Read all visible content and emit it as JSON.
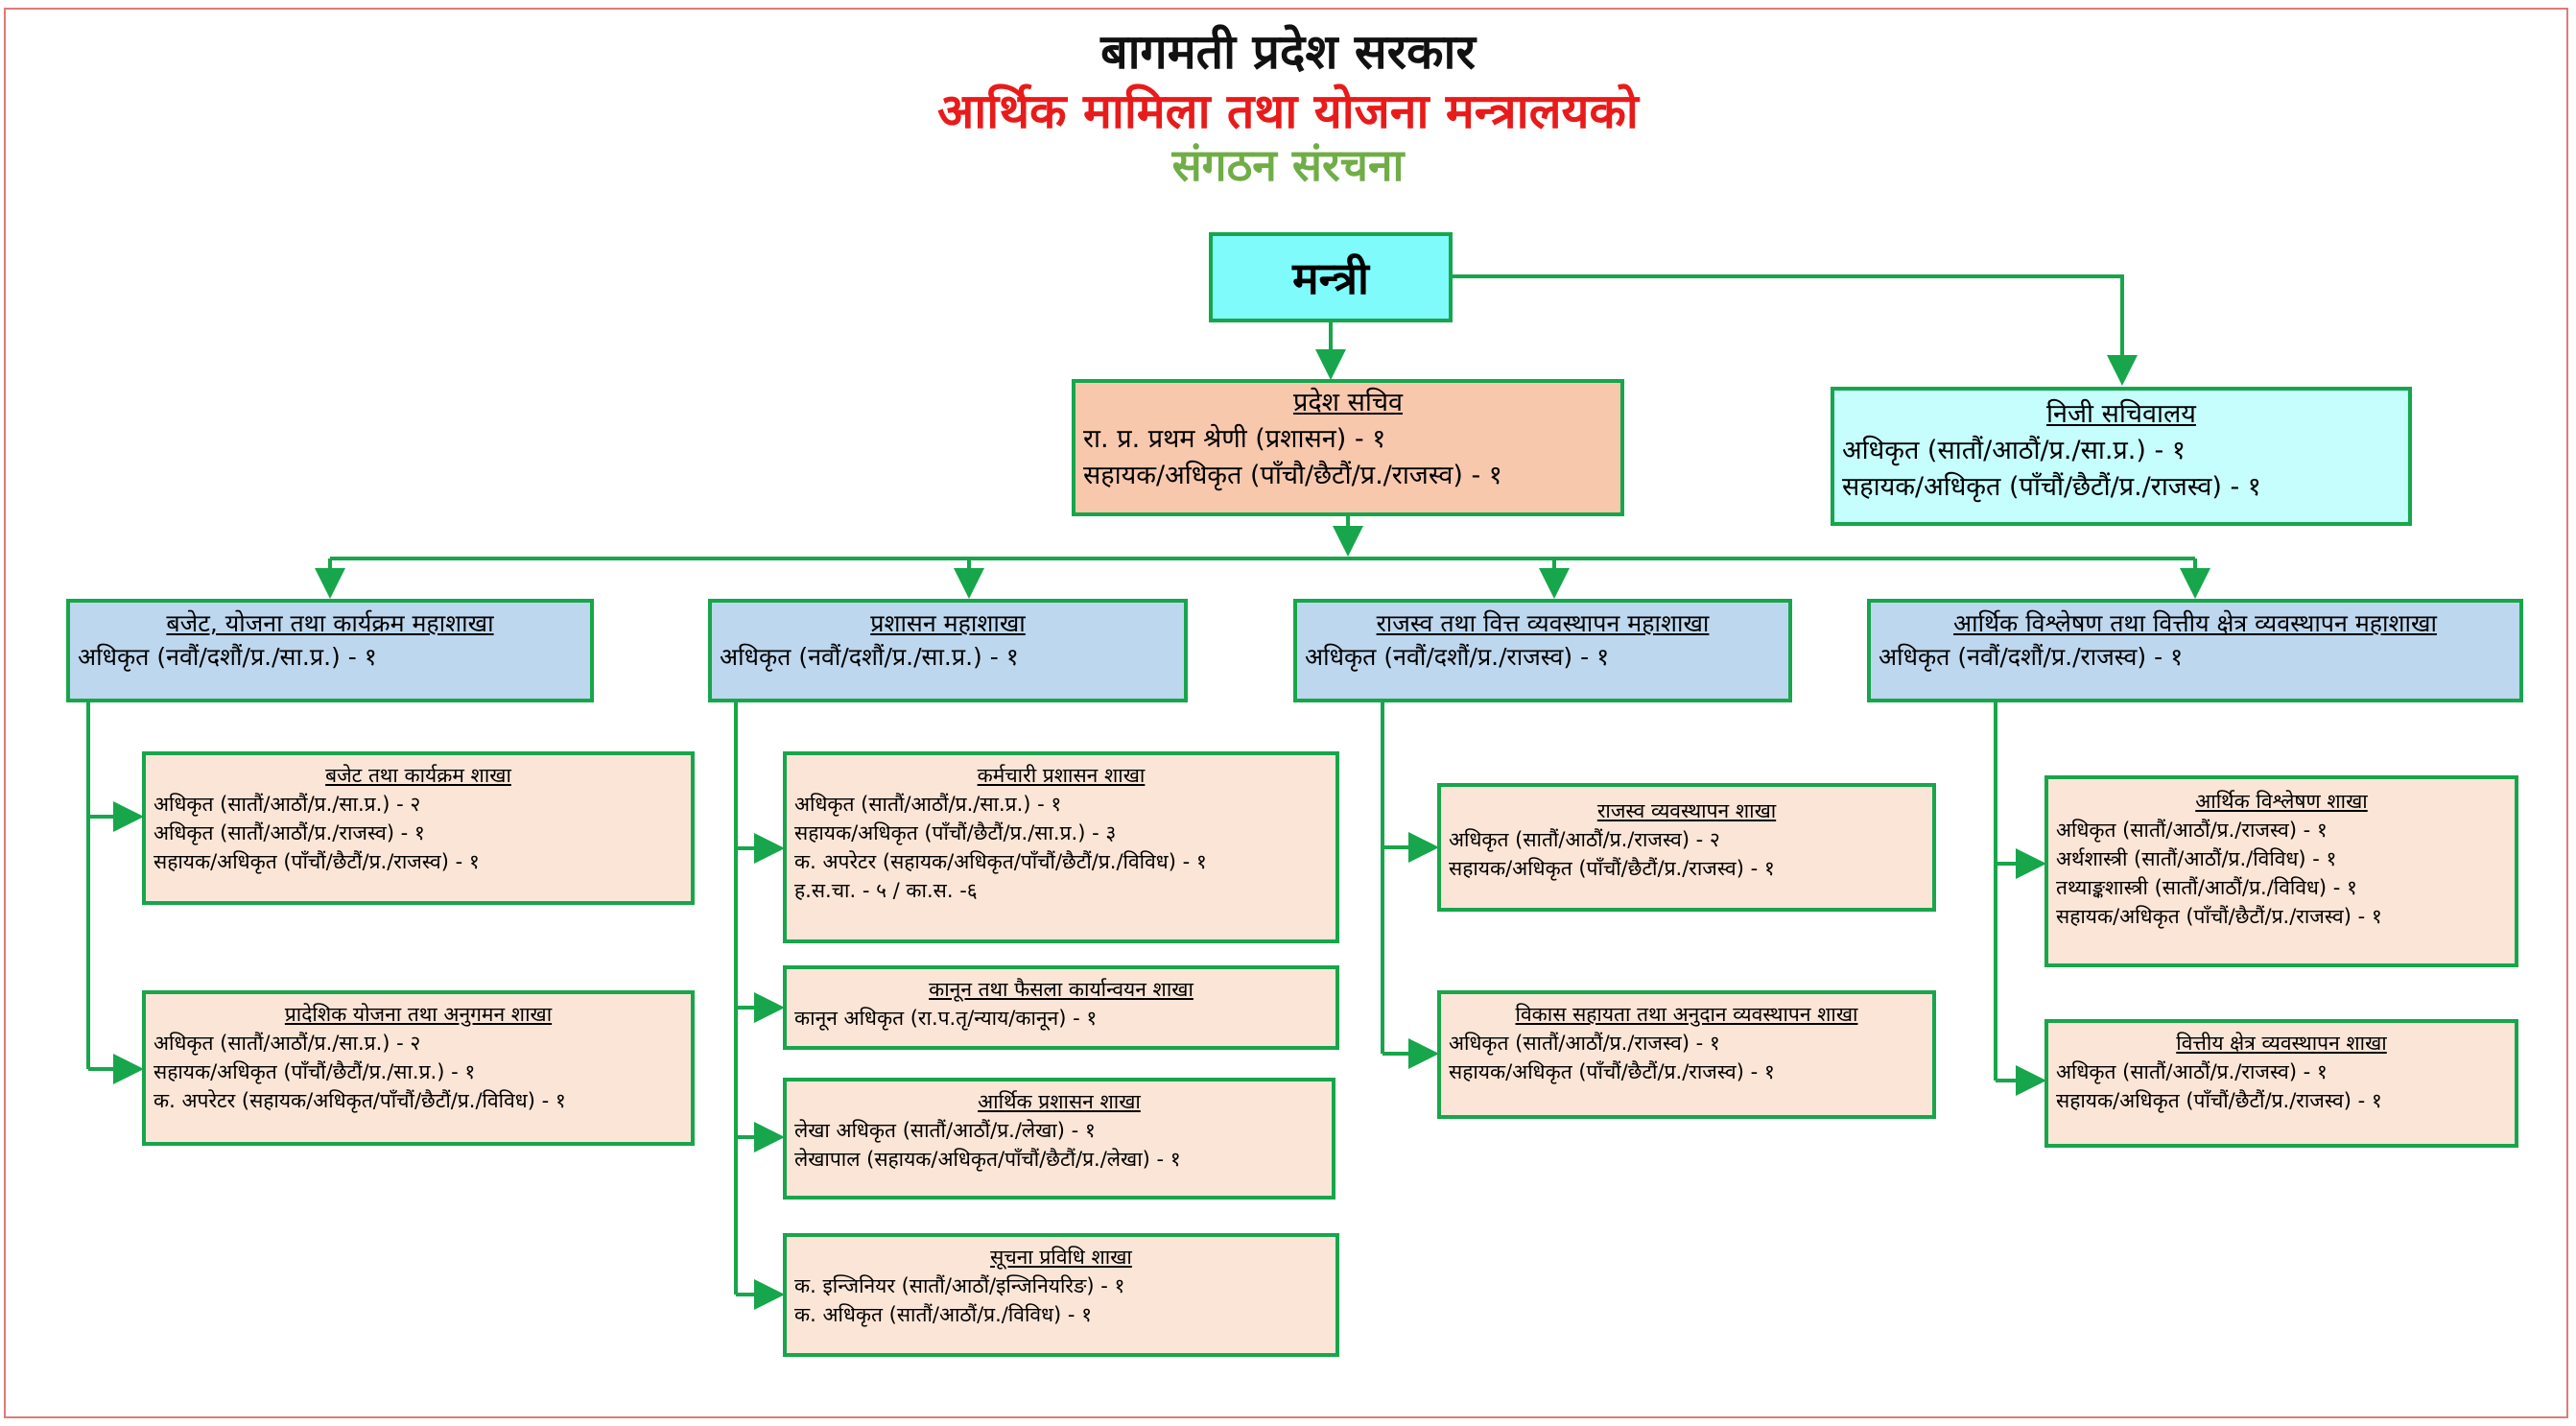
{
  "titles": {
    "line1": "बागमती प्रदेश सरकार",
    "line2": "आर्थिक मामिला तथा योजना मन्त्रालयको",
    "line3": "संगठन संरचना"
  },
  "colors": {
    "border": "#e07a7a",
    "line": "#17a64b",
    "title1": "#111111",
    "title2": "#e81b1b",
    "title3": "#70ad47",
    "minister_fill": "#7ffbfc",
    "secretary_fill": "#f8c8ad",
    "private_fill": "#c6fdfd",
    "division_fill": "#bdd7ee",
    "section_fill": "#fbe5d6"
  },
  "minister": {
    "label": "मन्त्री"
  },
  "secretary": {
    "heading": "प्रदेश सचिव",
    "lines": [
      "रा. प्र. प्रथम श्रेणी  (प्रशासन) - १",
      "सहायक/अधिकृत (पाँचौ/छैटौं/प्र./राजस्व) - १"
    ]
  },
  "private_secretariat": {
    "heading": "निजी सचिवालय",
    "lines": [
      "अधिकृत (सातौं/आठौं/प्र./सा.प्र.) - १",
      "सहायक/अधिकृत (पाँचौं/छैटौं/प्र./राजस्व) - १"
    ]
  },
  "divisions": [
    {
      "heading": "बजेट, योजना तथा कार्यक्रम महाशाखा",
      "lines": [
        "अधिकृत (नवौं/दशौं/प्र./सा.प्र.) - १"
      ],
      "sections": [
        {
          "heading": "बजेट तथा कार्यक्रम शाखा",
          "lines": [
            "अधिकृत (सातौं/आठौं/प्र./सा.प्र.) - २",
            "अधिकृत (सातौं/आठौं/प्र./राजस्व) - १",
            "सहायक/अधिकृत (पाँचौं/छैटौं/प्र./राजस्व) - १"
          ]
        },
        {
          "heading": "प्रादेशिक योजना तथा अनुगमन शाखा",
          "lines": [
            "अधिकृत (सातौं/आठौं/प्र./सा.प्र.) - २",
            "सहायक/अधिकृत (पाँचौं/छैटौं/प्र./सा.प्र.) - १",
            "क. अपरेटर  (सहायक/अधिकृत/पाँचौं/छैटौं/प्र./विविध) - १"
          ]
        }
      ]
    },
    {
      "heading": "प्रशासन महाशाखा",
      "lines": [
        "अधिकृत (नवौं/दशौं/प्र./सा.प्र.) - १"
      ],
      "sections": [
        {
          "heading": "कर्मचारी प्रशासन शाखा",
          "lines": [
            "अधिकृत (सातौं/आठौं/प्र./सा.प्र.) - १",
            "सहायक/अधिकृत (पाँचौं/छैटौं/प्र./सा.प्र.) - ३",
            "क. अपरेटर (सहायक/अधिकृत/पाँचौं/छैटौं/प्र./विविध)  - १",
            "ह.स.चा. - ५ /  का.स. -६"
          ]
        },
        {
          "heading": "कानून तथा फैसला कार्यान्वयन शाखा",
          "lines": [
            "कानून अधिकृत (रा.प.तृ/न्याय/कानून) - १"
          ]
        },
        {
          "heading": "आर्थिक प्रशासन शाखा",
          "lines": [
            "लेखा अधिकृत (सातौं/आठौं/प्र./लेखा) - १",
            "लेखापाल (सहायक/अधिकृत/पाँचौं/छैटौं/प्र./लेखा) - १"
          ]
        },
        {
          "heading": "सूचना प्रविधि शाखा",
          "lines": [
            "क. इन्जिनियर (सातौं/आठौं/इन्जिनियरिङ) - १",
            "क. अधिकृत (सातौं/आठौं/प्र./विविध) - १"
          ]
        }
      ]
    },
    {
      "heading": "राजस्व तथा वित्त व्यवस्थापन महाशाखा",
      "lines": [
        "अधिकृत (नवौं/दशौं/प्र./राजस्व) - १"
      ],
      "sections": [
        {
          "heading": "राजस्व व्यवस्थापन शाखा",
          "lines": [
            "अधिकृत (सातौं/आठौं/प्र./राजस्व) - २",
            "सहायक/अधिकृत (पाँचौं/छैटौं/प्र./राजस्व) - १"
          ]
        },
        {
          "heading": "विकास सहायता तथा अनुदान व्यवस्थापन शाखा",
          "lines": [
            "अधिकृत (सातौं/आठौं/प्र./राजस्व) - १",
            "सहायक/अधिकृत (पाँचौं/छैटौं/प्र./राजस्व) - १"
          ]
        }
      ]
    },
    {
      "heading": "आर्थिक विश्लेषण तथा वित्तीय क्षेत्र व्यवस्थापन महाशाखा",
      "lines": [
        "अधिकृत (नवौं/दशौं/प्र./राजस्व) - १"
      ],
      "sections": [
        {
          "heading": "आर्थिक विश्लेषण शाखा",
          "lines": [
            "अधिकृत (सातौं/आठौं/प्र./राजस्व) - १",
            "अर्थशास्त्री (सातौं/आठौं/प्र./विविध) - १",
            "तथ्याङ्कशास्त्री (सातौं/आठौं/प्र./विविध) - १",
            "सहायक/अधिकृत (पाँचौं/छैटौं/प्र./राजस्व) - १"
          ]
        },
        {
          "heading": "वित्तीय क्षेत्र व्यवस्थापन शाखा",
          "lines": [
            "अधिकृत (सातौं/आठौं/प्र./राजस्व) - १",
            "सहायक/अधिकृत (पाँचौं/छैटौं/प्र./राजस्व) - १"
          ]
        }
      ]
    }
  ]
}
